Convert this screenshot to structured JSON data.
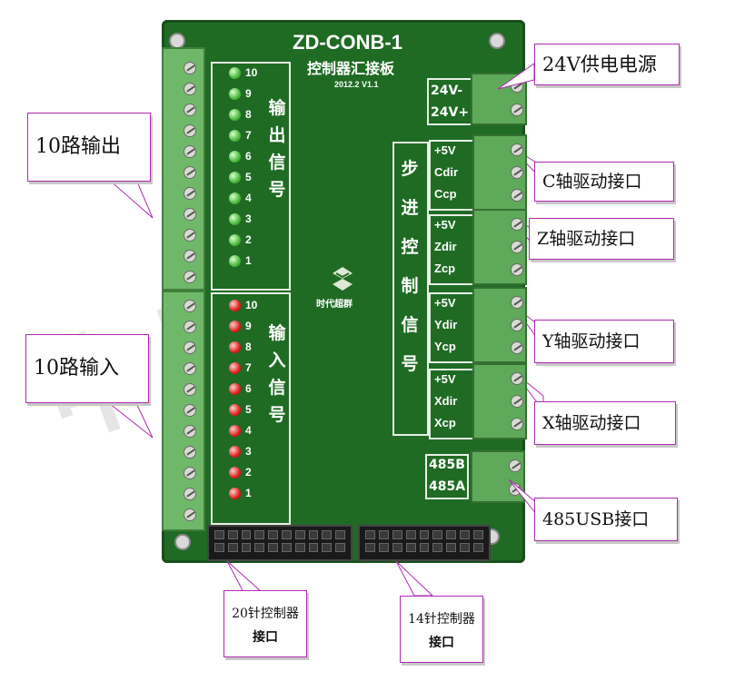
{
  "board": {
    "model": "ZD-CONB-1",
    "name": "控制器汇接板",
    "version": "2012.2  V1.1",
    "logo_text": "时代超群",
    "output_section": "输出信号",
    "input_section": "输入信号",
    "stepper_section": "步进控制信号",
    "led_numbers": [
      "10",
      "9",
      "8",
      "7",
      "6",
      "5",
      "4",
      "3",
      "2",
      "1"
    ],
    "output_led_color": "#4cb83e",
    "input_led_color": "#e02020",
    "power_labels": [
      "24V-",
      "24V+"
    ],
    "axis_blocks": [
      {
        "axis": "C",
        "labels": [
          "+5V",
          "Cdir",
          "Ccp"
        ]
      },
      {
        "axis": "Z",
        "labels": [
          "+5V",
          "Zdir",
          "Zcp"
        ]
      },
      {
        "axis": "Y",
        "labels": [
          "+5V",
          "Ydir",
          "Ycp"
        ]
      },
      {
        "axis": "X",
        "labels": [
          "+5V",
          "Xdir",
          "Xcp"
        ]
      }
    ],
    "rs485_labels": [
      "485B",
      "485A"
    ]
  },
  "callouts": {
    "power": "24V供电电源",
    "c_axis": "C轴驱动接口",
    "z_axis": "Z轴驱动接口",
    "y_axis": "Y轴驱动接口",
    "x_axis": "X轴驱动接口",
    "usb485": "485USB接口",
    "output10": "10路输出",
    "input10": "10路输入",
    "pin20_line1": "20针控制器",
    "pin20_line2": "接口",
    "pin14_line1": "14针控制器",
    "pin14_line2": "接口"
  },
  "colors": {
    "pcb": "#1f6b24",
    "terminal": "#6fb86a",
    "callout_border": "#b02ab0"
  }
}
